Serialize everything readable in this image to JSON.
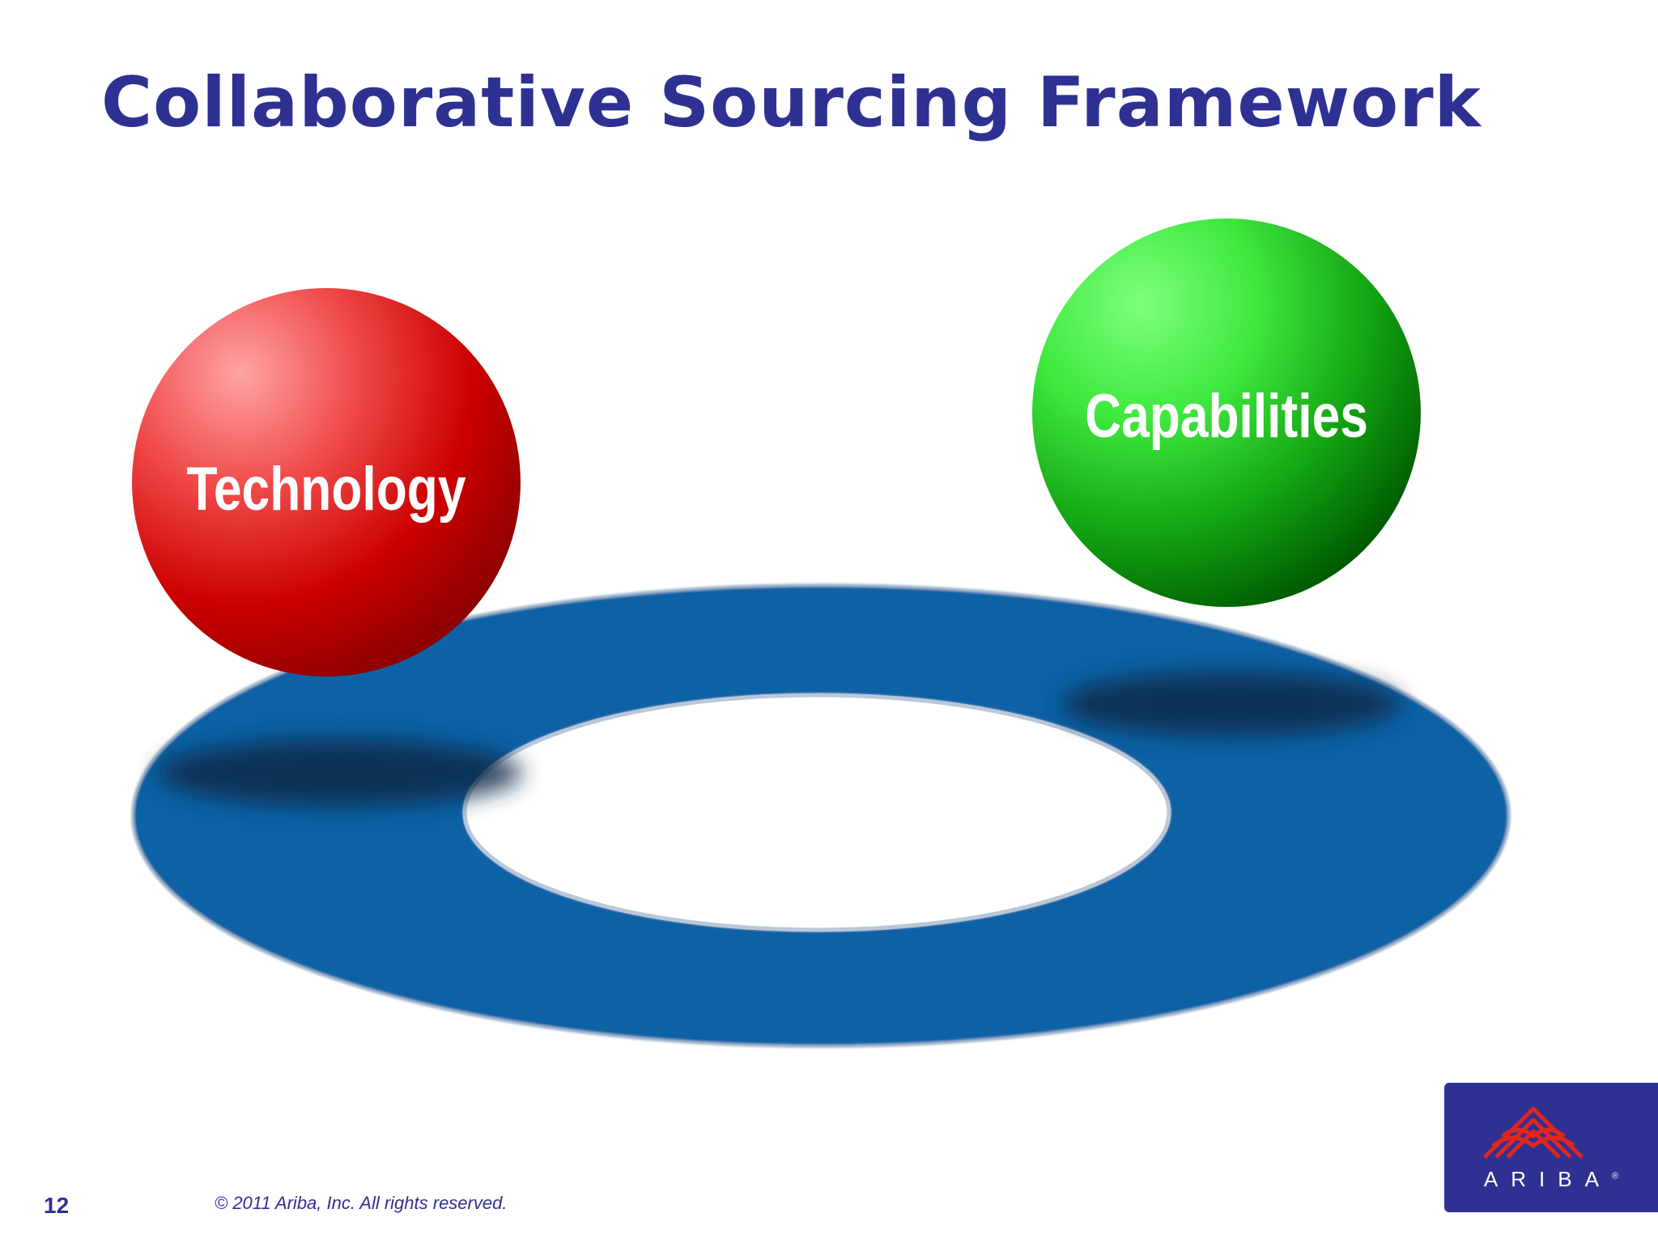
{
  "title": "Collaborative Sourcing Framework",
  "diagram": {
    "technology_label": "Technology",
    "capabilities_label": "Capabilities"
  },
  "colors": {
    "title": "#2e3192",
    "ring": "#1062a6",
    "technology_sphere": "#d00000",
    "capabilities_sphere": "#1fc21f"
  },
  "footer": {
    "page_number": "12",
    "copyright": "© 2011 Ariba, Inc. All rights reserved."
  },
  "logo": {
    "text": "ARIBA",
    "mark": "®"
  }
}
